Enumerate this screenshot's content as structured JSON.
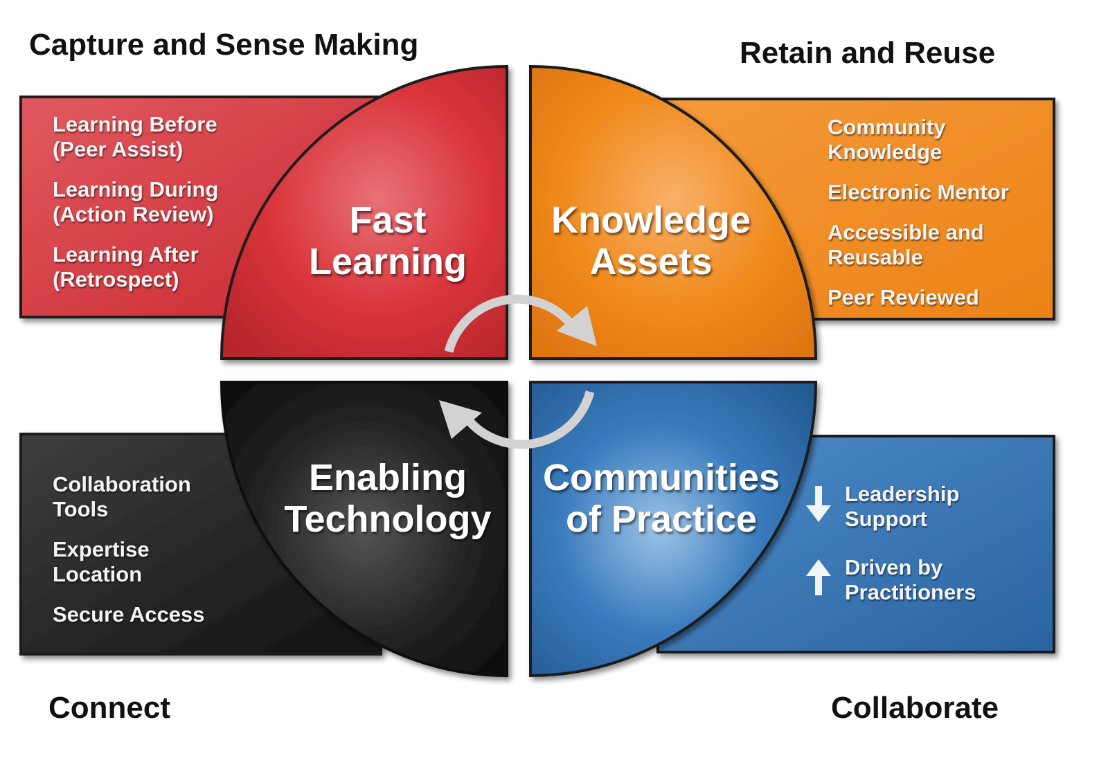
{
  "corners": {
    "top_left": "Capture and Sense Making",
    "top_right": "Retain and Reuse",
    "bottom_left": "Connect",
    "bottom_right": "Collaborate"
  },
  "quadrants": {
    "fast_learning": {
      "title": "Fast\nLearning",
      "color": "#d9343a",
      "items": [
        "Learning Before\n(Peer Assist)",
        "Learning During\n(Action Review)",
        "Learning After\n(Retrospect)"
      ]
    },
    "knowledge_assets": {
      "title": "Knowledge\nAssets",
      "color": "#f08a1c",
      "items": [
        "Community\nKnowledge",
        "Electronic Mentor",
        "Accessible and\nReusable",
        "Peer Reviewed"
      ]
    },
    "enabling_technology": {
      "title": "Enabling\nTechnology",
      "color": "#1a1a1a",
      "items": [
        "Collaboration\nTools",
        "Expertise\nLocation",
        "Secure Access"
      ]
    },
    "communities_of_practice": {
      "title": "Communities\nof Practice",
      "color": "#2f6aa6",
      "items": [
        {
          "icon": "arrow-down-icon",
          "text": "Leadership\nSupport"
        },
        {
          "icon": "arrow-up-icon",
          "text": "Driven by\nPractitioners"
        }
      ]
    }
  }
}
